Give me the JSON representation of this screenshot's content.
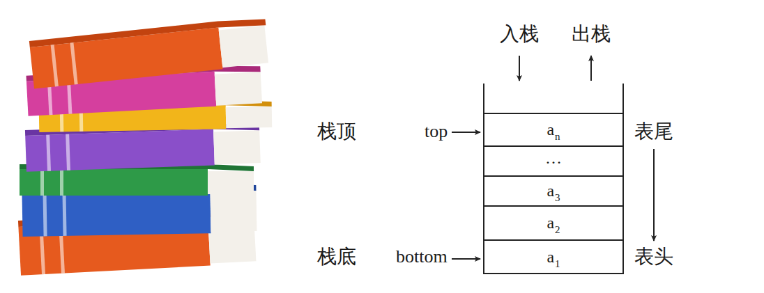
{
  "diagram": {
    "nodes": [
      {
        "text": [
          "a",
          "n"
        ]
      },
      {
        "text": [
          "…"
        ]
      },
      {
        "text": [
          "a",
          "3"
        ]
      },
      {
        "text": [
          "a",
          "2"
        ]
      },
      {
        "text": [
          "a",
          "1"
        ]
      }
    ],
    "labels": [
      "入栈",
      "出栈",
      "栈顶",
      "top",
      "表尾",
      "栈底",
      "bottom",
      "表头"
    ]
  }
}
